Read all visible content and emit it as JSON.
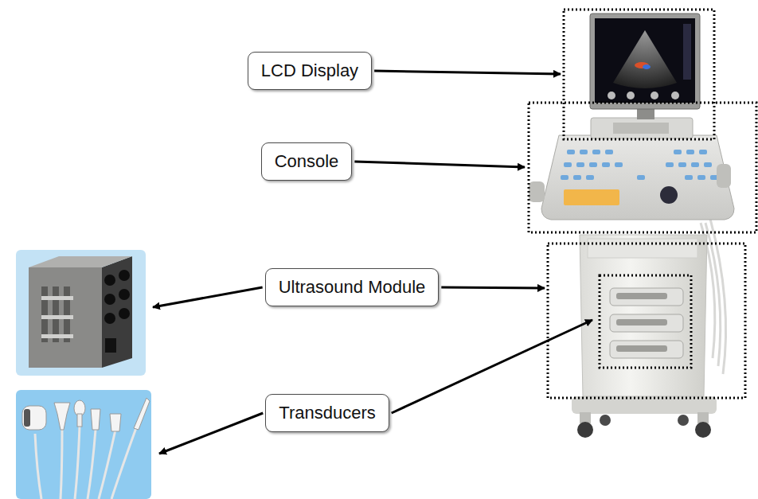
{
  "diagram": {
    "nodes": [
      {
        "text": [
          "LCD Display"
        ]
      },
      {
        "text": [
          "Console"
        ]
      },
      {
        "text": [
          "Ultrasound Module"
        ]
      },
      {
        "text": [
          "Transducers"
        ]
      }
    ]
  }
}
